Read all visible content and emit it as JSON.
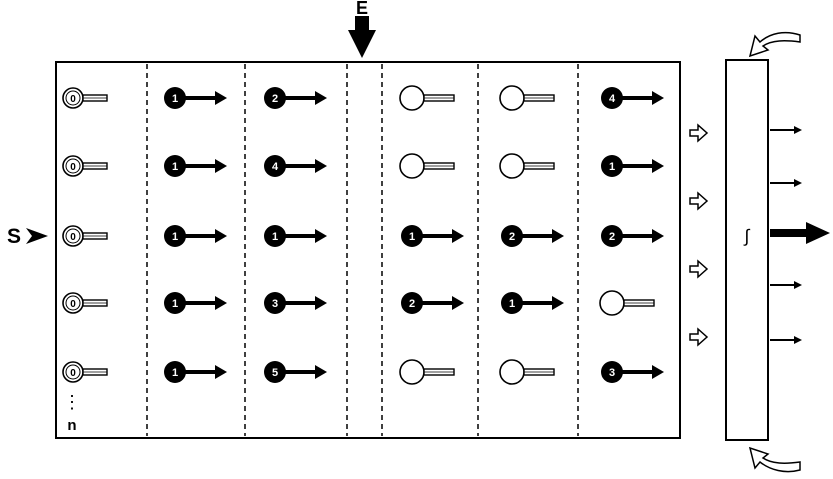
{
  "labels": {
    "E": "E",
    "S": "S",
    "n": "n",
    "dots": "⋮",
    "integral": "∫"
  },
  "grid": {
    "columns": 7,
    "rows": 5,
    "cells": [
      [
        {
          "v": "0",
          "filled": false,
          "small": true
        },
        {
          "v": "1",
          "filled": true
        },
        {
          "v": "2",
          "filled": true
        },
        {
          "v": "",
          "filled": false
        },
        {
          "v": "",
          "filled": false
        },
        {
          "v": "4",
          "filled": true
        }
      ],
      [
        {
          "v": "0",
          "filled": false,
          "small": true
        },
        {
          "v": "1",
          "filled": true
        },
        {
          "v": "4",
          "filled": true
        },
        {
          "v": "",
          "filled": false
        },
        {
          "v": "",
          "filled": false
        },
        {
          "v": "1",
          "filled": true
        }
      ],
      [
        {
          "v": "0",
          "filled": false,
          "small": true
        },
        {
          "v": "1",
          "filled": true
        },
        {
          "v": "1",
          "filled": true
        },
        {
          "v": "1",
          "filled": true
        },
        {
          "v": "2",
          "filled": true
        },
        {
          "v": "2",
          "filled": true
        }
      ],
      [
        {
          "v": "0",
          "filled": false,
          "small": true
        },
        {
          "v": "1",
          "filled": true
        },
        {
          "v": "3",
          "filled": true
        },
        {
          "v": "2",
          "filled": true
        },
        {
          "v": "1",
          "filled": true
        },
        {
          "v": "",
          "filled": false
        }
      ],
      [
        {
          "v": "0",
          "filled": false,
          "small": true
        },
        {
          "v": "1",
          "filled": true
        },
        {
          "v": "5",
          "filled": true
        },
        {
          "v": "",
          "filled": false
        },
        {
          "v": "",
          "filled": false
        },
        {
          "v": "3",
          "filled": true
        }
      ]
    ]
  }
}
